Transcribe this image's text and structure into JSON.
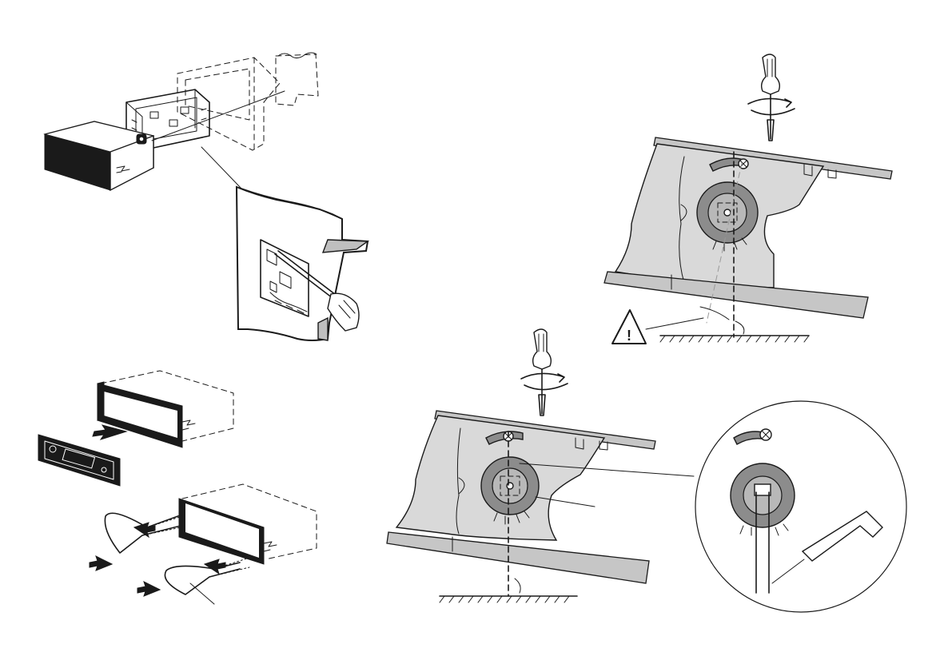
{
  "sheet": {
    "background": "#ffffff",
    "line_color": "#1a1a1a",
    "plate_fill": "#d9d9d9",
    "ring_fill": "#8c8c8c"
  },
  "figures": [
    {
      "id": "housing-exploded",
      "icon": "mounting-frame-exploded-icon"
    },
    {
      "id": "tab-bending",
      "icon": "screwdriver-bending-tab-icon"
    },
    {
      "id": "front-panel-removal",
      "icon": "detachable-panel-icon"
    },
    {
      "id": "removal-keys",
      "icon": "release-keys-icon"
    },
    {
      "id": "angle-adjust-upper",
      "icon": "angle-adjustment-icon"
    },
    {
      "id": "angle-adjust-lower",
      "icon": "angle-adjustment-icon"
    },
    {
      "id": "detail-magnifier",
      "icon": "hex-key-detail-icon"
    }
  ],
  "warning": {
    "symbol": "!",
    "icon": "warning-triangle-icon"
  }
}
